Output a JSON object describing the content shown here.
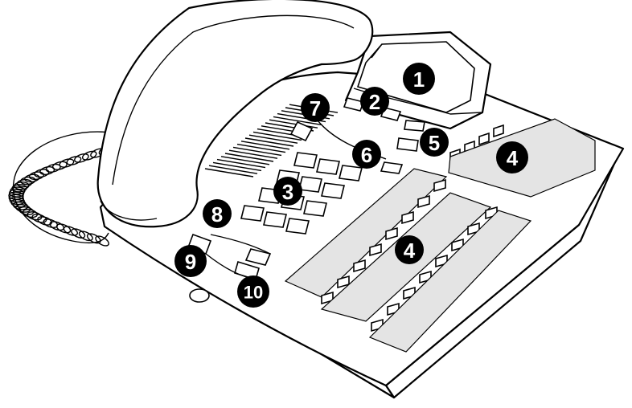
{
  "figure": {
    "callouts": [
      {
        "id": "c1",
        "label": "1"
      },
      {
        "id": "c2",
        "label": "2"
      },
      {
        "id": "c3",
        "label": "3"
      },
      {
        "id": "c4a",
        "label": "4"
      },
      {
        "id": "c4b",
        "label": "4"
      },
      {
        "id": "c5",
        "label": "5"
      },
      {
        "id": "c6",
        "label": "6"
      },
      {
        "id": "c7",
        "label": "7"
      },
      {
        "id": "c8",
        "label": "8"
      },
      {
        "id": "c9",
        "label": "9"
      },
      {
        "id": "c10",
        "label": "10"
      }
    ],
    "colors": {
      "outline": "#000000",
      "fill": "#ffffff",
      "strip": "#e4e4e4",
      "callout_bg": "#000000",
      "callout_text": "#ffffff"
    }
  }
}
